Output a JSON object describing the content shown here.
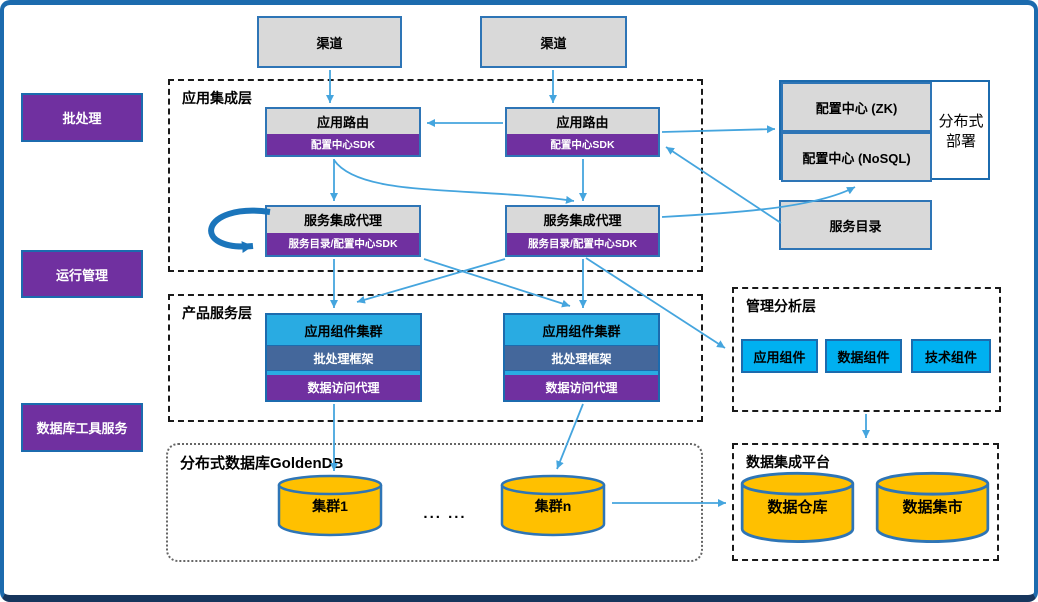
{
  "sidebar": {
    "items": [
      {
        "label": "批处理"
      },
      {
        "label": "运行管理"
      },
      {
        "label": "数据库工具服务"
      }
    ]
  },
  "channels": [
    {
      "label": "渠道"
    },
    {
      "label": "渠道"
    }
  ],
  "integration_layer": {
    "title": "应用集成层",
    "routers": [
      {
        "title": "应用路由",
        "sdk": "配置中心SDK"
      },
      {
        "title": "应用路由",
        "sdk": "配置中心SDK"
      }
    ],
    "proxies": [
      {
        "title": "服务集成代理",
        "sdk": "服务目录/配置中心SDK"
      },
      {
        "title": "服务集成代理",
        "sdk": "服务目录/配置中心SDK"
      }
    ]
  },
  "config_center": {
    "zk": "配置中心 (ZK)",
    "nosql": "配置中心 (NoSQL)",
    "deploy": "分布式部署"
  },
  "service_catalog": {
    "label": "服务目录"
  },
  "product_layer": {
    "title": "产品服务层",
    "stacks": [
      {
        "cluster": "应用组件集群",
        "framework": "批处理框架",
        "proxy": "数据访问代理"
      },
      {
        "cluster": "应用组件集群",
        "framework": "批处理框架",
        "proxy": "数据访问代理"
      }
    ]
  },
  "analysis_layer": {
    "title": "管理分析层",
    "components": [
      {
        "label": "应用组件"
      },
      {
        "label": "数据组件"
      },
      {
        "label": "技术组件"
      }
    ]
  },
  "database_layer": {
    "title": "分布式数据库GoldenDB",
    "clusters": [
      {
        "label": "集群1"
      },
      {
        "label": "集群n"
      }
    ],
    "ellipsis": "... ..."
  },
  "data_platform": {
    "title": "数据集成平台",
    "stores": [
      {
        "label": "数据仓库"
      },
      {
        "label": "数据集市"
      }
    ]
  },
  "colors": {
    "frame_blue": "#1C6BAE",
    "frame_bottom": "#17365D",
    "node_gray": "#D9D9D9",
    "node_border": "#2E75B6",
    "purple": "#7030A0",
    "cyan": "#29ABE2",
    "cyan_chip": "#00B0F0",
    "slate": "#44679B",
    "yellow": "#FFC000",
    "arrow_blue": "#45A5DE",
    "loop_blue": "#1B75BB"
  }
}
